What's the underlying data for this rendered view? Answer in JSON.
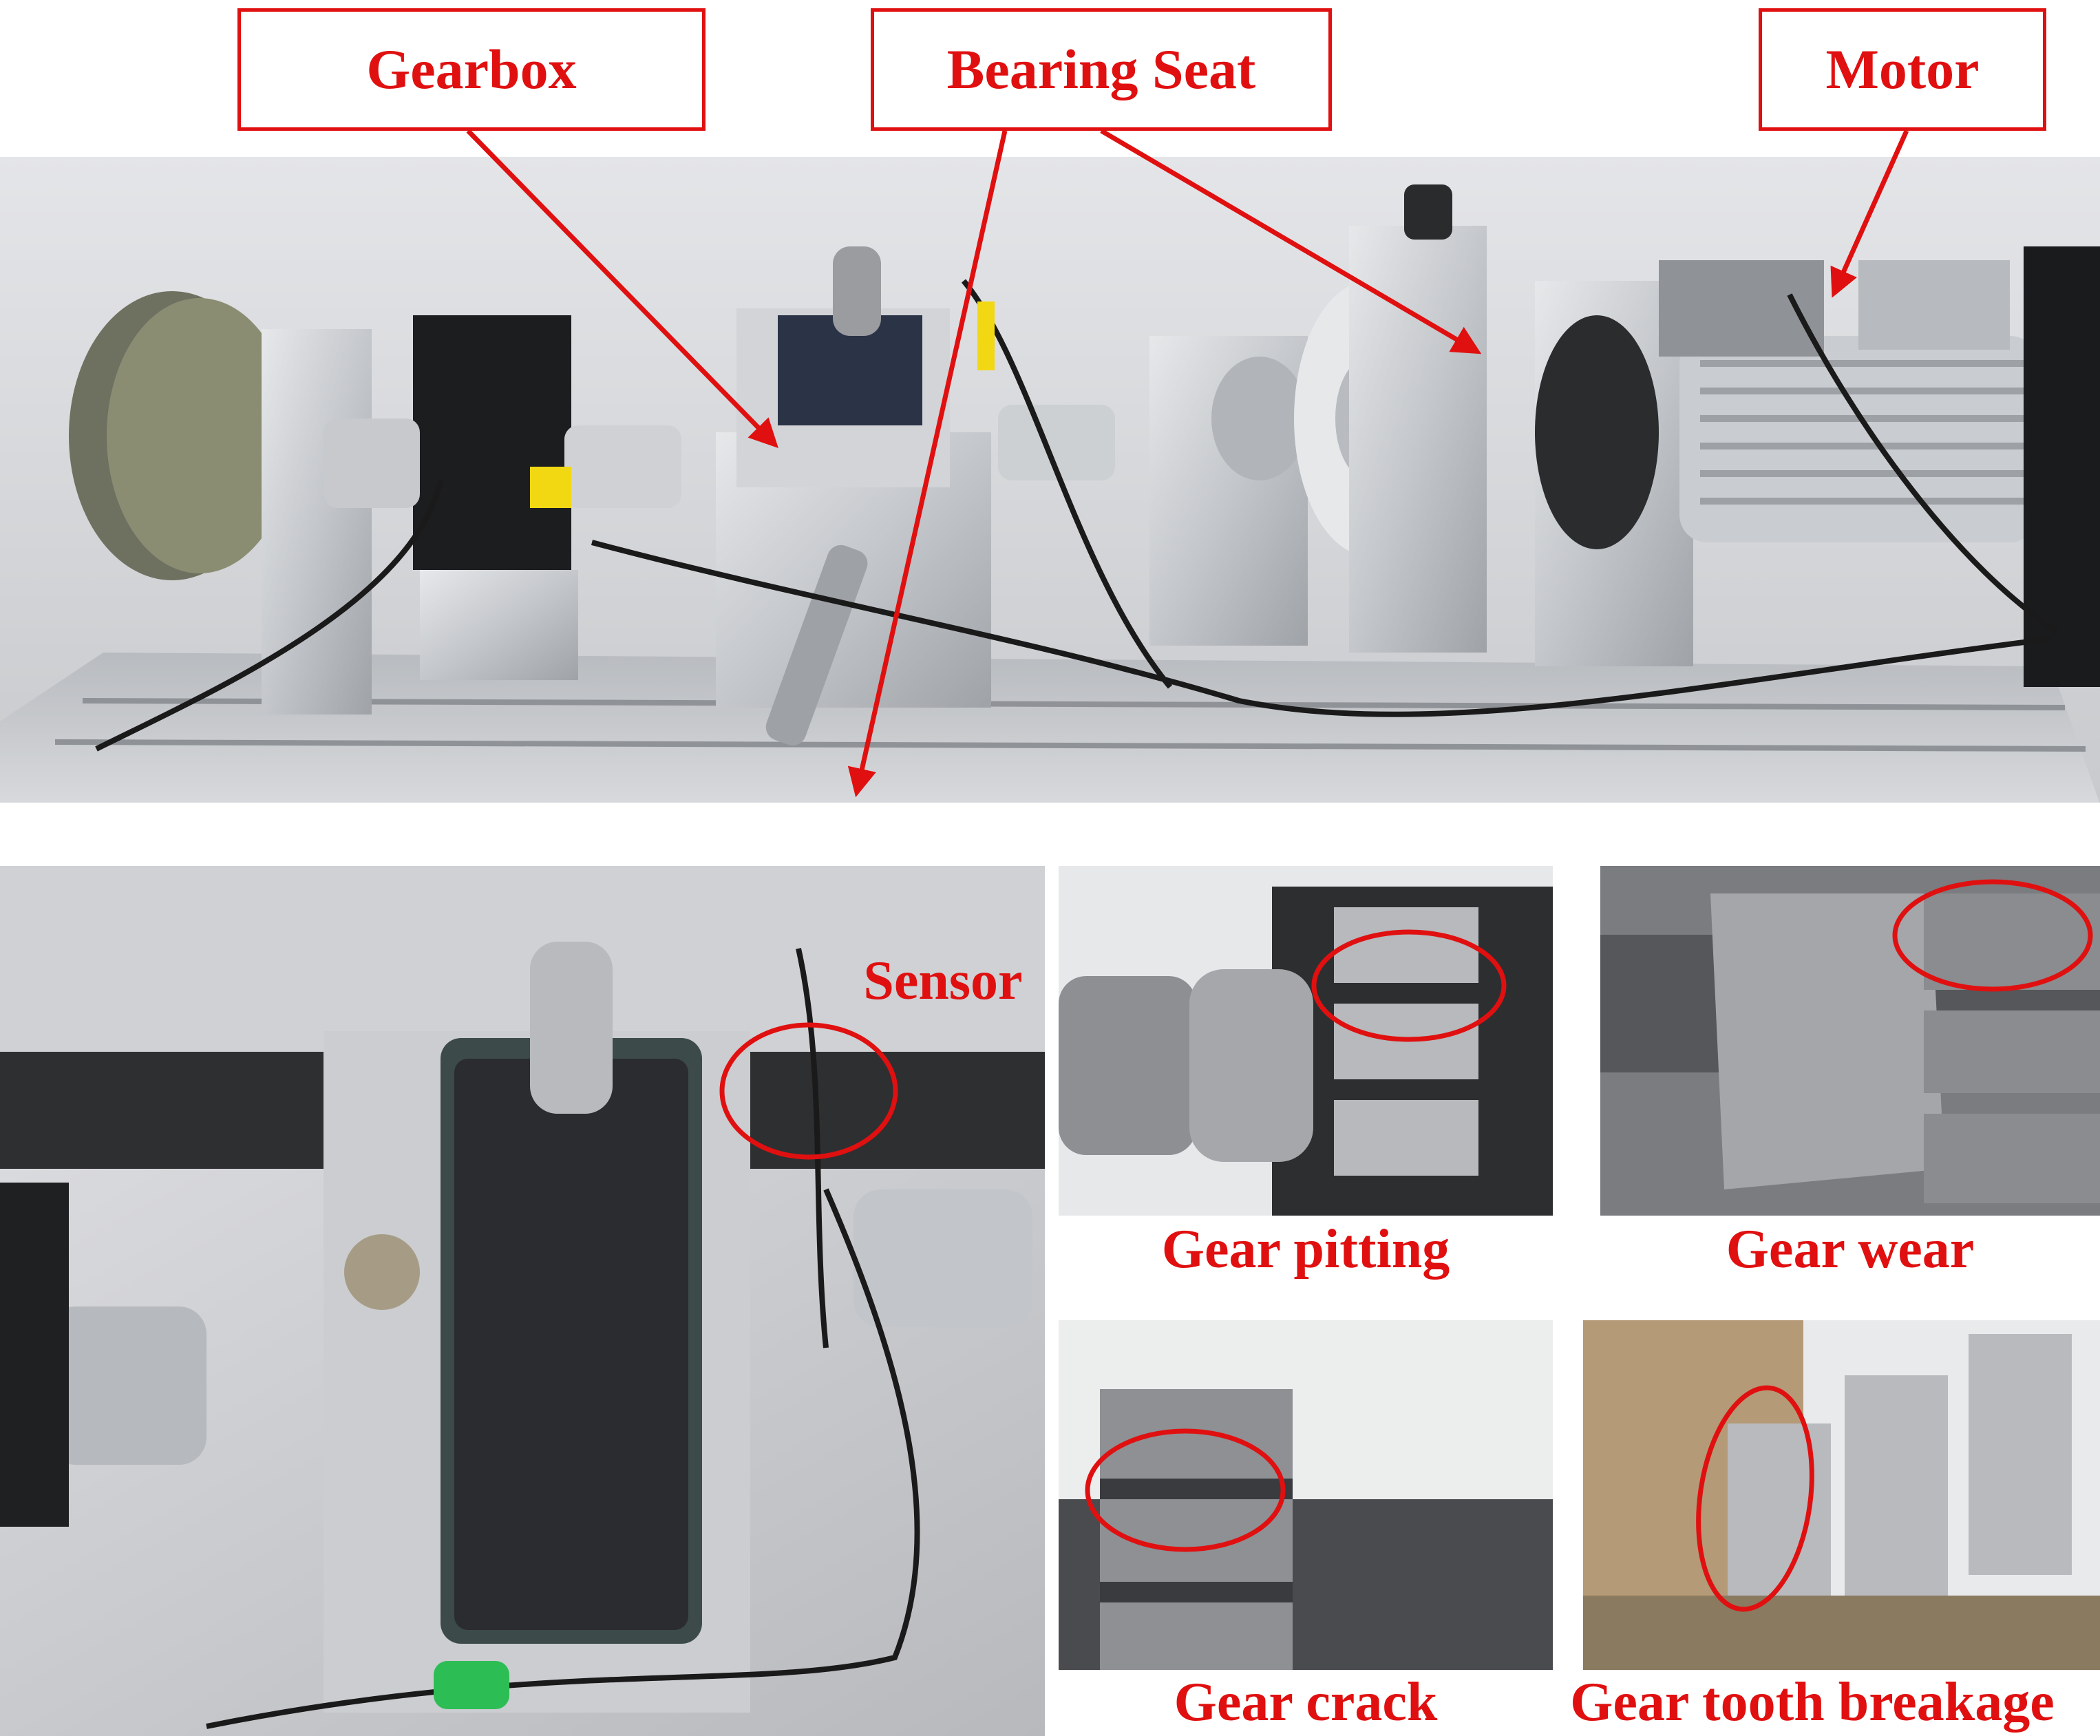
{
  "top_labels": {
    "gearbox": "Gearbox",
    "bearing_seat": "Bearing Seat",
    "motor": "Motor"
  },
  "sensor_label": "Sensor",
  "fault_captions": {
    "pitting": "Gear pitting",
    "wear": "Gear wear",
    "crack": "Gear crack",
    "breakage": "Gear tooth breakage"
  },
  "colors": {
    "annotation_red": "#e01010",
    "aluminum": "#c9ccd0",
    "background_wall": "#dcdde0"
  }
}
